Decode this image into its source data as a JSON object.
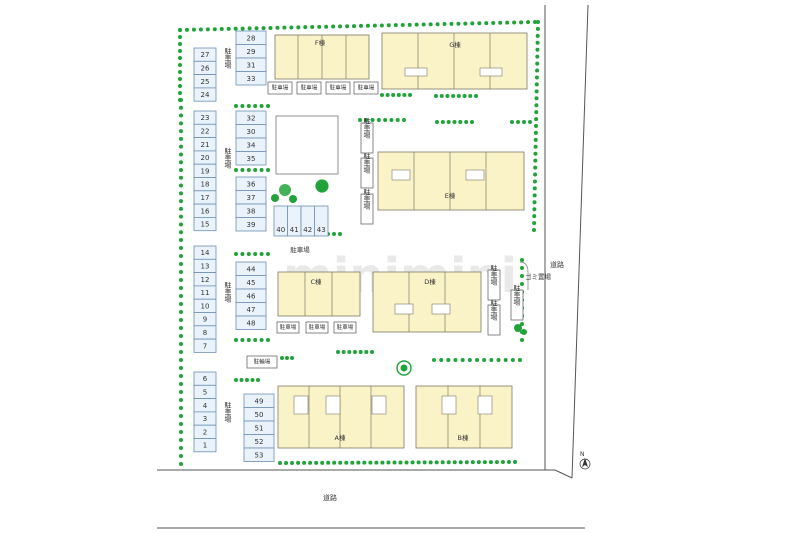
{
  "labels": {
    "parking": "駐車場",
    "parking_short": "駐車場",
    "bicycle_parking": "駐輪場",
    "road_south": "道路",
    "road_east": "道路",
    "garbage": "ゴミ置場",
    "north": "N",
    "watermark": "minimini"
  },
  "buildings": {
    "A": "A棟",
    "B": "B棟",
    "C": "C棟",
    "D": "D棟",
    "E": "E棟",
    "F": "F棟",
    "G": "G棟"
  },
  "parking_left_column": {
    "group1": [
      "27",
      "26",
      "25",
      "24"
    ],
    "group2": [
      "23",
      "22",
      "21",
      "20",
      "19",
      "18",
      "17",
      "16",
      "15"
    ],
    "group3": [
      "14",
      "13",
      "12",
      "11",
      "10",
      "9",
      "8",
      "7"
    ],
    "group4": [
      "6",
      "5",
      "4",
      "3",
      "2",
      "1"
    ]
  },
  "parking_mid_column": {
    "group1": [
      "28",
      "29",
      "31",
      "33"
    ],
    "group2": [
      "32",
      "30",
      "34",
      "35"
    ],
    "group3": [
      "36",
      "37",
      "38",
      "39"
    ],
    "group4": [
      "44",
      "45",
      "46",
      "47",
      "48"
    ],
    "group5": [
      "49",
      "50",
      "51",
      "52",
      "53"
    ]
  },
  "parking_row_horizontal": [
    "40",
    "41",
    "42",
    "43"
  ],
  "colors": {
    "building_fill": "#fbf3c8",
    "parking_fill": "#eaf3fb",
    "parking_stroke": "#6f8fb5",
    "tree": "#21a33a"
  }
}
